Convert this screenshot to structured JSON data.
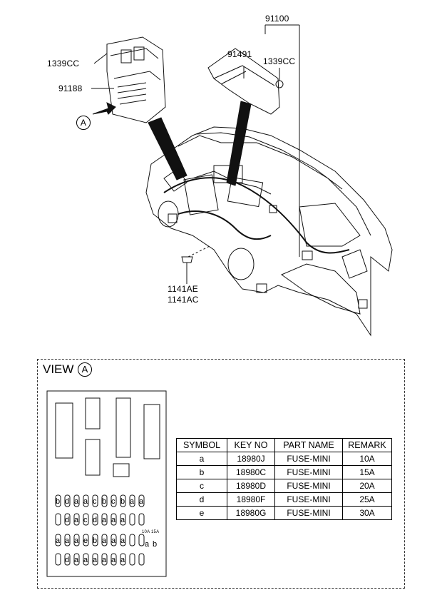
{
  "labels": {
    "main_harness": "91100",
    "sub_harness": "91491",
    "bolt_top_right": "1339CC",
    "bolt_top_left": "1339CC",
    "junction_box": "91188",
    "screw_a": "1141AE",
    "screw_b": "1141AC",
    "view_marker": "A"
  },
  "view": {
    "title": "VIEW",
    "marker": "A"
  },
  "fuse_table": {
    "headers": [
      "SYMBOL",
      "KEY NO",
      "PART NAME",
      "REMARK"
    ],
    "rows": [
      [
        "a",
        "18980J",
        "FUSE-MINI",
        "10A"
      ],
      [
        "b",
        "18980C",
        "FUSE-MINI",
        "15A"
      ],
      [
        "c",
        "18980D",
        "FUSE-MINI",
        "20A"
      ],
      [
        "d",
        "18980F",
        "FUSE-MINI",
        "25A"
      ],
      [
        "e",
        "18980G",
        "FUSE-MINI",
        "30A"
      ]
    ]
  },
  "fuse_panel": {
    "row1": [
      "b",
      "d",
      "a",
      "a",
      "c",
      "b",
      "c",
      "b",
      "a",
      "a"
    ],
    "row2": [
      "",
      "d",
      "a",
      "c",
      "d",
      "a",
      "a",
      "a",
      "",
      ""
    ],
    "row3": [
      "a",
      "a",
      "a",
      "e",
      "b",
      "a",
      "a",
      "a",
      "",
      ""
    ],
    "row4": [
      "",
      "d",
      "a",
      "a",
      "a",
      "a",
      "a",
      "a",
      "",
      ""
    ],
    "side_labels": [
      "a",
      "b"
    ],
    "small_labels": [
      "10A",
      "15A"
    ]
  }
}
